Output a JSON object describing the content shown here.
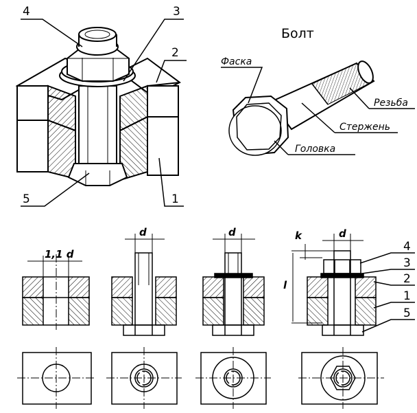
{
  "title": "Болт",
  "bolt_parts": {
    "chamfer": "Фаска",
    "thread": "Резьба",
    "shank": "Стержень",
    "head": "Головка"
  },
  "assembly_callouts": [
    "4",
    "3",
    "2",
    "5",
    "1"
  ],
  "section_callouts": [
    "4",
    "3",
    "2",
    "1",
    "5"
  ],
  "dimensions": {
    "hole": "1,1 d",
    "d": "d",
    "k": "k",
    "l": "l"
  }
}
